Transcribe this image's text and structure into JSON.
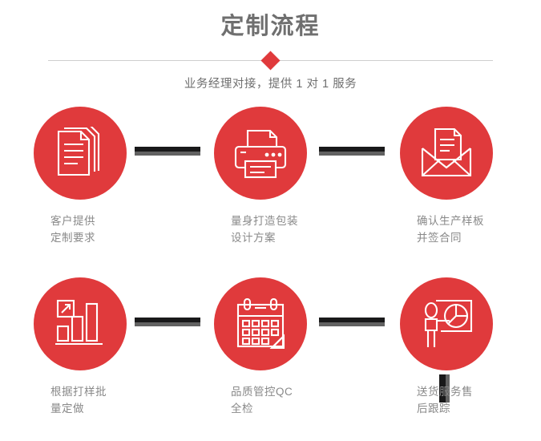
{
  "header": {
    "title": "定制流程",
    "subtitle": "业务经理对接，提供 1 对 1 服务",
    "accent_color": "#e03a3c",
    "title_color": "#6f6f6f",
    "divider_color": "#cfcfcf",
    "diamond_icon": "diamond-marker"
  },
  "flow": {
    "label_color": "#898989",
    "connector_colors": {
      "dark": "#19191a",
      "shadow": "#626262"
    },
    "rows": [
      {
        "steps": [
          {
            "icon": "documents-stack-icon",
            "label": "客户提供\n定制要求"
          },
          {
            "icon": "printer-icon",
            "label": "量身打造包装\n设计方案"
          },
          {
            "icon": "envelope-document-icon",
            "label": "确认生产样板\n并签合同"
          }
        ],
        "connectors": [
          "arrow-connector-1",
          "arrow-connector-2"
        ]
      },
      {
        "steps": [
          {
            "icon": "bar-chart-growth-icon",
            "label": "根据打样批\n量定做"
          },
          {
            "icon": "calendar-check-icon",
            "label": "品质管控QC\n全检"
          },
          {
            "icon": "presenter-pie-chart-icon",
            "label": "送货服务售\n后跟踪"
          }
        ],
        "connectors": [
          "arrow-connector-3",
          "arrow-connector-4"
        ]
      }
    ],
    "vertical_connector": "vertical-connector"
  }
}
